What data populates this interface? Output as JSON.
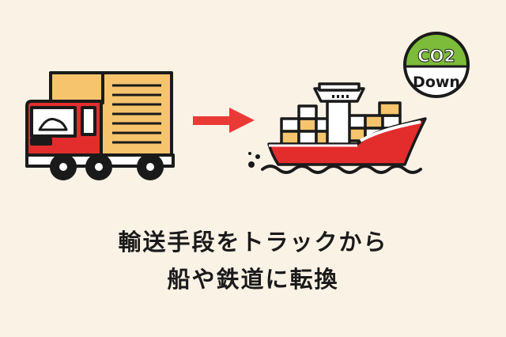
{
  "badge": {
    "top_text": "CO2",
    "bottom_text": "Down",
    "top_color": "#7dbb3a",
    "bottom_color": "#ffffff"
  },
  "caption": {
    "line1": "輸送手段をトラックから",
    "line2": "船や鉄道に転換"
  },
  "colors": {
    "background": "#fbf2e6",
    "truck_cab": "#e32d2d",
    "truck_cargo": "#f5c46d",
    "arrow": "#ea3a36",
    "ship_hull": "#e32d2d",
    "outline": "#1a1a1a"
  },
  "icons": [
    "truck-icon",
    "arrow-right-icon",
    "cargo-ship-icon",
    "co2-down-badge"
  ]
}
